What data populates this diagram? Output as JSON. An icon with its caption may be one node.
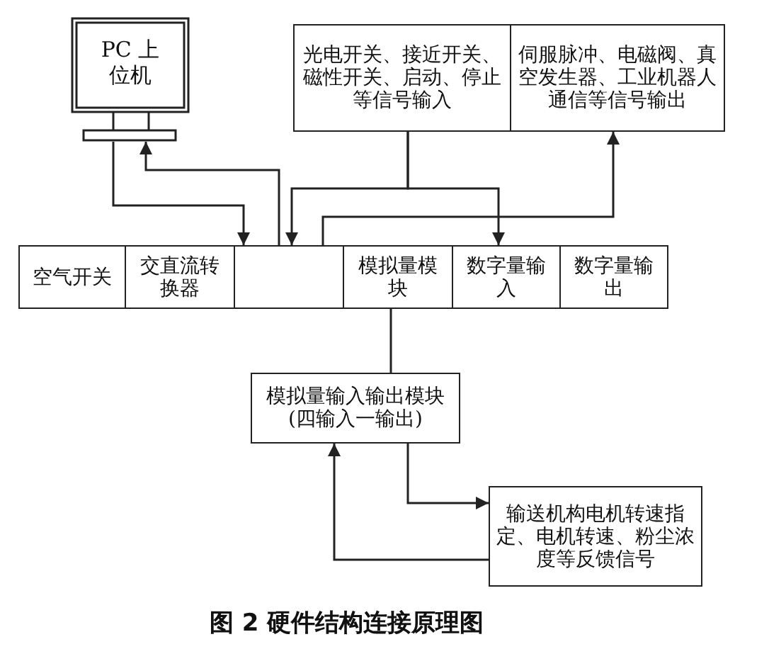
{
  "diagram": {
    "caption": "图 2 硬件结构连接原理图",
    "nodes": [
      {
        "text": [
          "PC 上位机"
        ]
      },
      {
        "text": [
          "光电开关、接近开关、磁性开关、启动、停止等信号输入"
        ]
      },
      {
        "text": [
          "伺服脉冲、电磁阀、真空发生器、工业机器人通信等信号输出"
        ]
      },
      {
        "text": [
          "空气开关"
        ]
      },
      {
        "text": [
          "交直流转换器"
        ]
      },
      {
        "text": [],
        "shape": "box"
      },
      {
        "text": [
          "模拟量模块"
        ]
      },
      {
        "text": [
          "数字量输入"
        ]
      },
      {
        "text": [
          "数字量输出"
        ]
      },
      {
        "text": [
          "模拟量输入输出模块(四输入一输出)"
        ]
      },
      {
        "text": [
          "输送机构电机转速指定、电机转速、粉尘浓度等反馈信号"
        ]
      }
    ],
    "edges": [
      {
        "from": 0,
        "to": 5,
        "arrow": "to"
      },
      {
        "from": 5,
        "to": 0,
        "arrow": "to"
      },
      {
        "from": 1,
        "to": 5,
        "arrow": "to"
      },
      {
        "from": 1,
        "to": 7,
        "arrow": "to"
      },
      {
        "from": 5,
        "to": 2,
        "arrow": "to"
      },
      {
        "from": 6,
        "to": 9,
        "arrow": "none"
      },
      {
        "from": 9,
        "to": 10,
        "arrow": "to"
      },
      {
        "from": 10,
        "to": 9,
        "arrow": "to"
      }
    ]
  }
}
